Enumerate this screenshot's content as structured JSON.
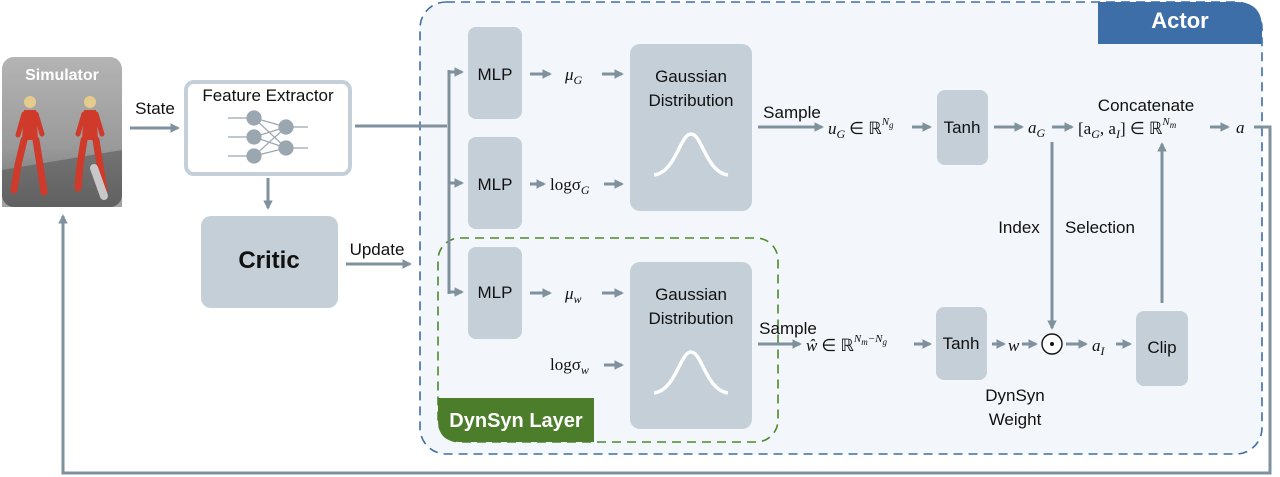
{
  "simulator": {
    "label": "Simulator"
  },
  "edges": {
    "state": "State",
    "update": "Update",
    "sample": "Sample"
  },
  "feature_extractor": {
    "label": "Feature Extractor"
  },
  "critic": {
    "label": "Critic"
  },
  "actor": {
    "label": "Actor"
  },
  "dynsyn_layer": {
    "label": "DynSyn Layer"
  },
  "mlp": {
    "label": "MLP"
  },
  "gaussian": {
    "line1": "Gaussian",
    "line2": "Distribution"
  },
  "tanh": {
    "label": "Tanh"
  },
  "clip": {
    "label": "Clip"
  },
  "concatenate": {
    "label": "Concatenate"
  },
  "index_selection": {
    "index": "Index",
    "selection": "Selection"
  },
  "dynsyn_weight": {
    "line1": "DynSyn",
    "line2": "Weight"
  },
  "math": {
    "mu": "μ",
    "sub_G": "G",
    "sub_w": "w",
    "log_sigma": "logσ",
    "u": "u",
    "w_hat": "ŵ",
    "in_R": "∈ ℝ",
    "sup_Ng": "N",
    "sup_Ng_sub": "g",
    "sup_Nm_minus": "N",
    "sup_m_minus": "m",
    "minus_Ng": "−N",
    "a": "a",
    "a_G": "a",
    "sub_I": "I",
    "w": "w",
    "concat_open": "[a",
    "concat_comma": ", a",
    "concat_close": "] ∈ ℝ",
    "sup_Nm": "N",
    "sup_m": "m",
    "odot": "⊙"
  },
  "colors": {
    "box_fill": "#c4cfd8",
    "arrow": "#7f919d",
    "actor_border": "#3d6ea8",
    "actor_fill": "#f3f6fa",
    "actor_tab": "#3d6ea8",
    "dynsyn_border": "#4d8a2b",
    "dynsyn_tab": "#4b7d2a",
    "simulator_bg": "#9e9e9e"
  },
  "icons": {
    "simulator": "musculoskeletal-figures-image",
    "feature_extractor": "neural-network-icon"
  }
}
